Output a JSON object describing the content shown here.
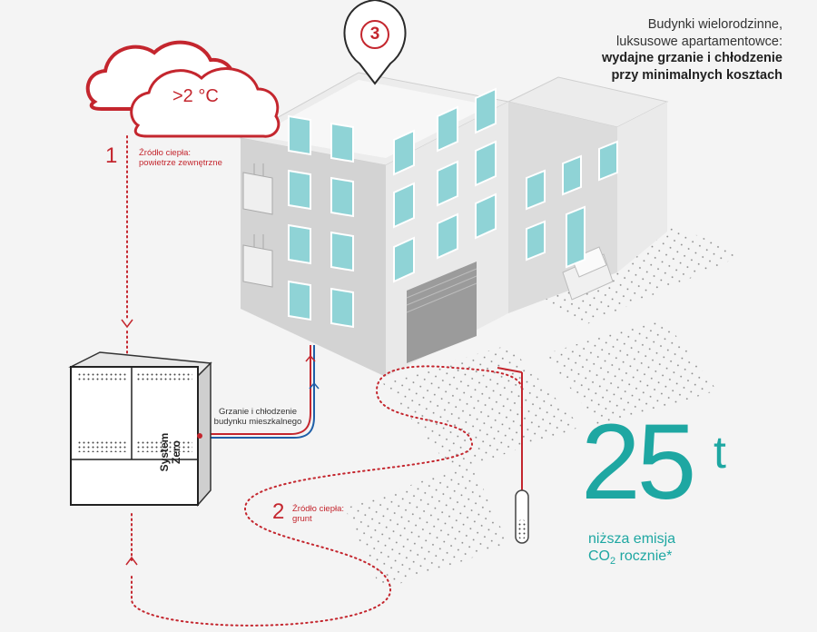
{
  "headline": {
    "line1": "Budynki wielorodzinne,",
    "line2": "luksusowe apartamentowce:",
    "line3": "wydajne grzanie i chłodzenie",
    "line4": "przy minimalnych kosztach"
  },
  "pin": {
    "number": "3"
  },
  "cloud": {
    "temperature": ">2 °C"
  },
  "source1": {
    "number": "1",
    "label_line1": "Źródło ciepła:",
    "label_line2": "powietrze zewnętrzne"
  },
  "source2": {
    "number": "2",
    "label_line1": "Źródło ciepła:",
    "label_line2": "grunt"
  },
  "device": {
    "name_line1": "System",
    "name_line2": "Zero"
  },
  "connection": {
    "label_line1": "Grzanie i chłodzenie",
    "label_line2": "budynku mieszkalnego"
  },
  "emission": {
    "value": "25",
    "unit": "t",
    "line1": "niższa emisja",
    "line2_prefix": "CO",
    "line2_sub": "2",
    "line2_suffix": " rocznie*"
  },
  "colors": {
    "accent_red": "#c4262e",
    "accent_teal": "#1ea7a2",
    "window": "#8fd3d6",
    "pipe_blue": "#1f5fa8"
  }
}
